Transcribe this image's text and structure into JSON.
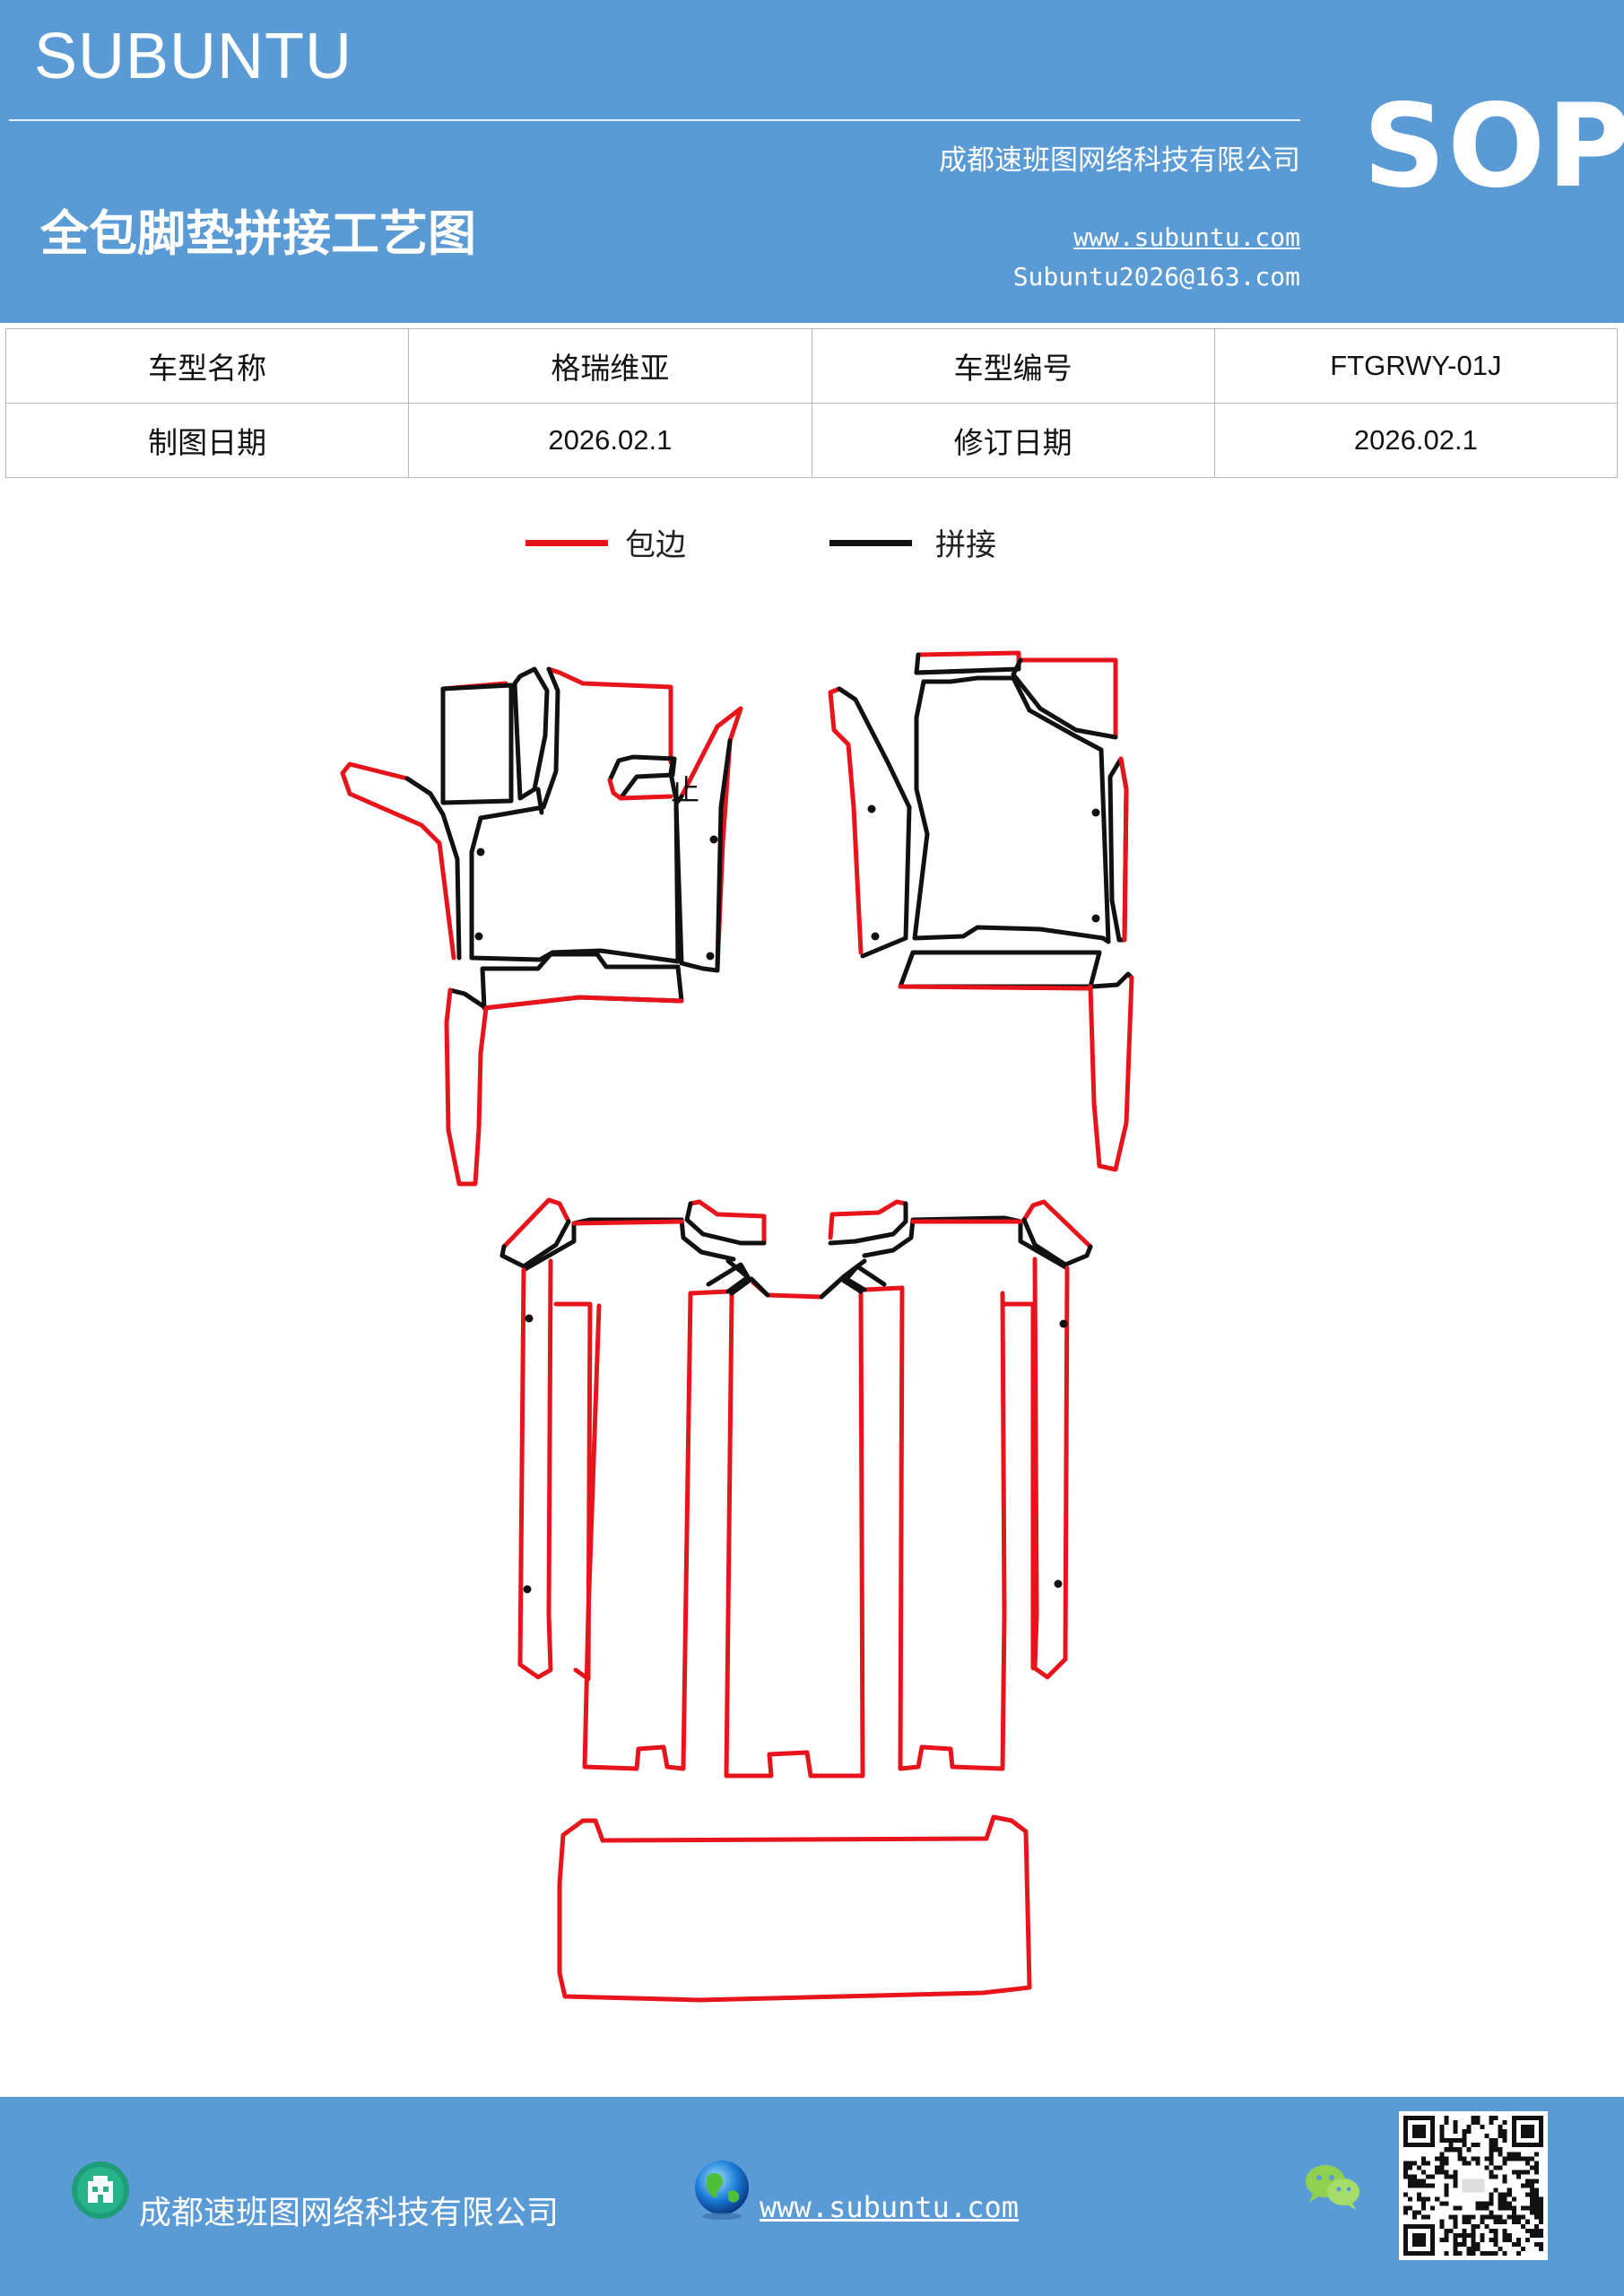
{
  "header": {
    "brand": "SUBUNTU",
    "company": "成都速班图网络科技有限公司",
    "doc_title": "全包脚垫拼接工艺图",
    "website": "www.subuntu.com",
    "email": "Subuntu2026@163.com",
    "sop": "SOP"
  },
  "info_table": {
    "model_name_label": "车型名称",
    "model_name_value": "格瑞维亚",
    "model_code_label": "车型编号",
    "model_code_value": "FTGRWY-01J",
    "drawing_date_label": "制图日期",
    "drawing_date_value": "2026.02.1",
    "revision_date_label": "修订日期",
    "revision_date_value": "2026.02.1"
  },
  "legend": {
    "edge_label": "包边",
    "edge_color": "#e8141b",
    "splice_label": "拼接",
    "splice_color": "#111111"
  },
  "drawing": {
    "stop_mark": "止"
  },
  "footer": {
    "company": "成都速班图网络科技有限公司",
    "website": "www.subuntu.com",
    "icons": [
      "building-icon",
      "globe-icon",
      "wechat-icon",
      "qr-code"
    ]
  }
}
